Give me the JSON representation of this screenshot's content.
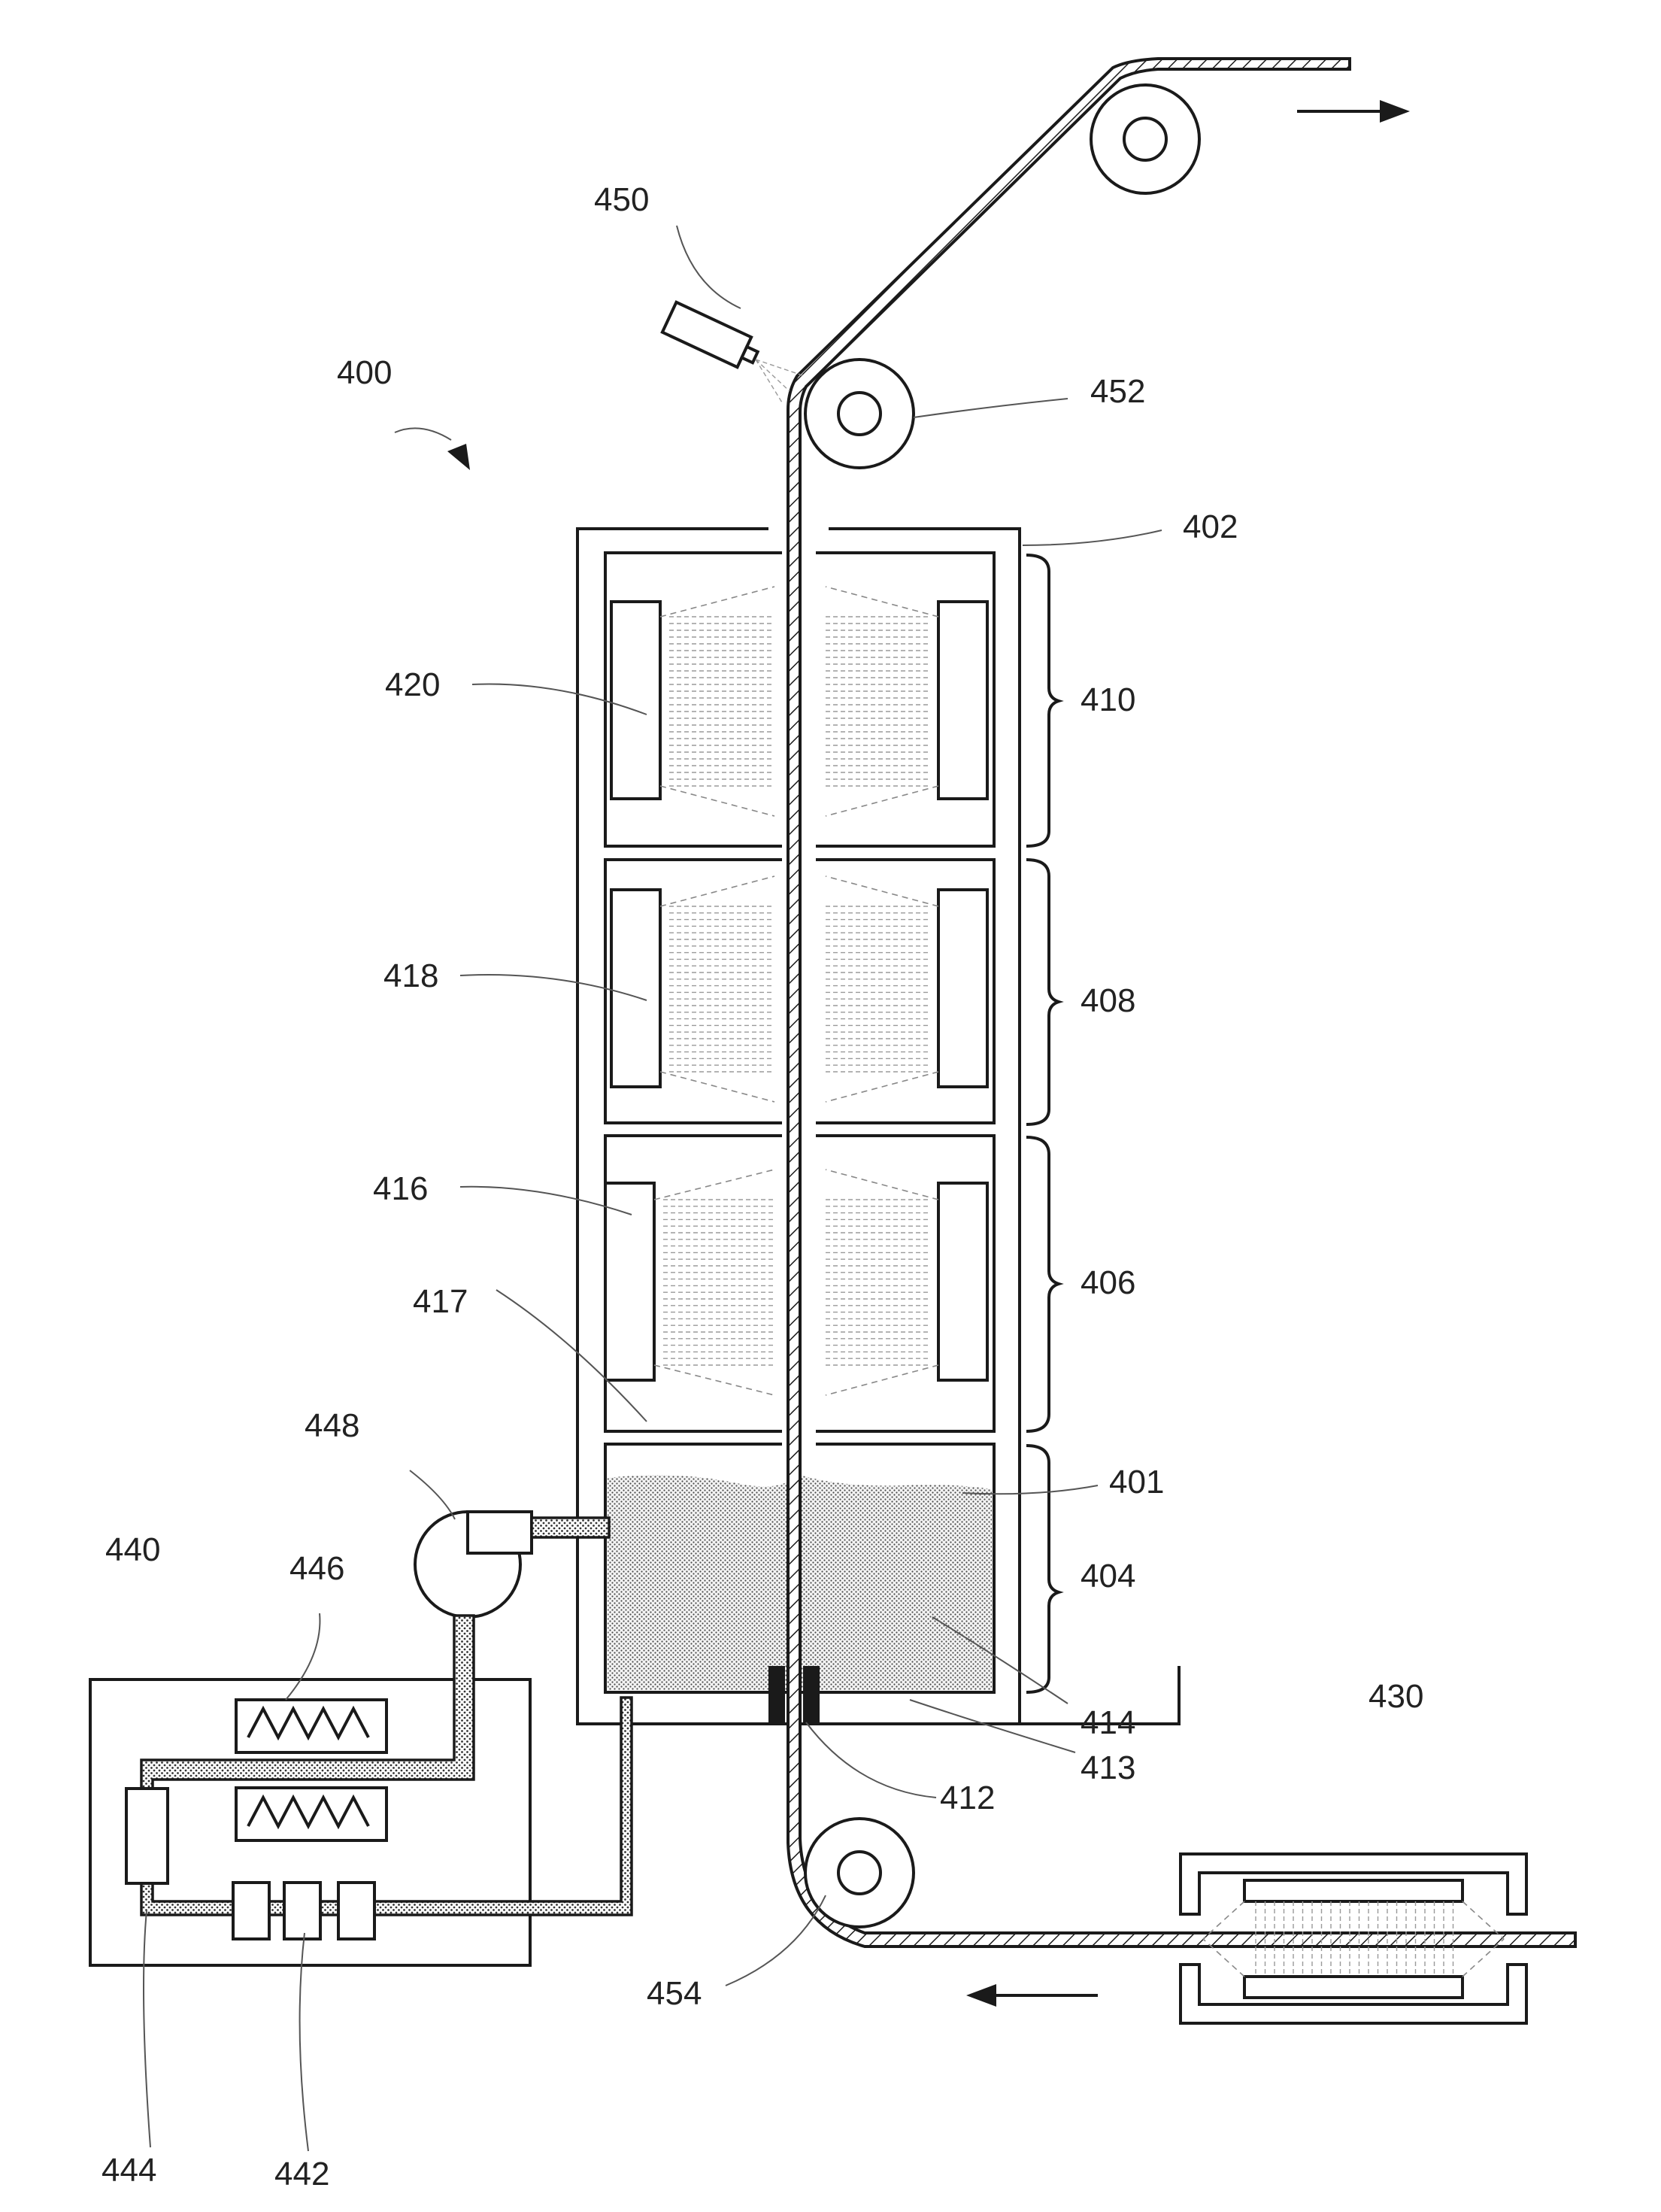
{
  "labels": {
    "l400": "400",
    "l401": "401",
    "l402": "402",
    "l404": "404",
    "l406": "406",
    "l408": "408",
    "l410": "410",
    "l412": "412",
    "l413": "413",
    "l414": "414",
    "l416": "416",
    "l417": "417",
    "l418": "418",
    "l420": "420",
    "l430": "430",
    "l440": "440",
    "l442": "442",
    "l444": "444",
    "l446": "446",
    "l448": "448",
    "l450": "450",
    "l452": "452",
    "l454": "454"
  }
}
